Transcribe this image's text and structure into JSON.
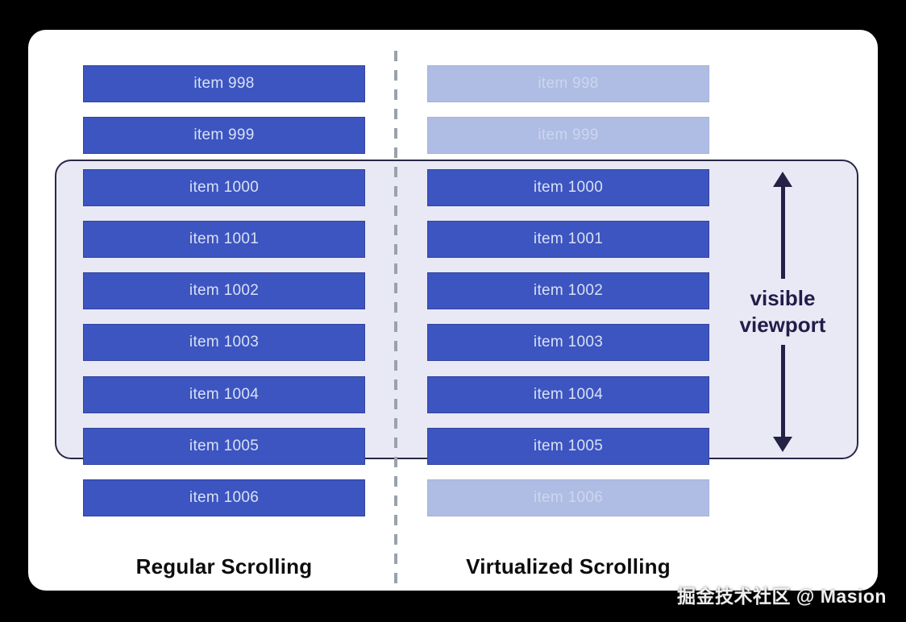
{
  "diagram": {
    "columns": {
      "left": {
        "title": "Regular Scrolling",
        "items": [
          {
            "label": "item 998",
            "variant": "solid"
          },
          {
            "label": "item 999",
            "variant": "solid"
          },
          {
            "label": "item 1000",
            "variant": "solid"
          },
          {
            "label": "item 1001",
            "variant": "solid"
          },
          {
            "label": "item 1002",
            "variant": "solid"
          },
          {
            "label": "item 1003",
            "variant": "solid"
          },
          {
            "label": "item 1004",
            "variant": "solid"
          },
          {
            "label": "item 1005",
            "variant": "solid"
          },
          {
            "label": "item 1006",
            "variant": "solid"
          }
        ]
      },
      "right": {
        "title": "Virtualized Scrolling",
        "items": [
          {
            "label": "item 998",
            "variant": "faded"
          },
          {
            "label": "item 999",
            "variant": "faded"
          },
          {
            "label": "item 1000",
            "variant": "solid"
          },
          {
            "label": "item 1001",
            "variant": "solid"
          },
          {
            "label": "item 1002",
            "variant": "solid"
          },
          {
            "label": "item 1003",
            "variant": "solid"
          },
          {
            "label": "item 1004",
            "variant": "solid"
          },
          {
            "label": "item 1005",
            "variant": "solid"
          },
          {
            "label": "item 1006",
            "variant": "faded"
          }
        ]
      }
    },
    "viewport": {
      "label": "visible viewport"
    },
    "watermark": "掘金技术社区 @ Masion",
    "colors": {
      "background": "#000000",
      "canvas": "#FFFFFF",
      "solid_bar": "#3C55C0",
      "faded_bar": "#AFBCE3",
      "viewport_fill": "#E9E9F5",
      "viewport_border": "#2A2747",
      "arrow": "#242147",
      "divider": "#9AA1AD"
    }
  }
}
